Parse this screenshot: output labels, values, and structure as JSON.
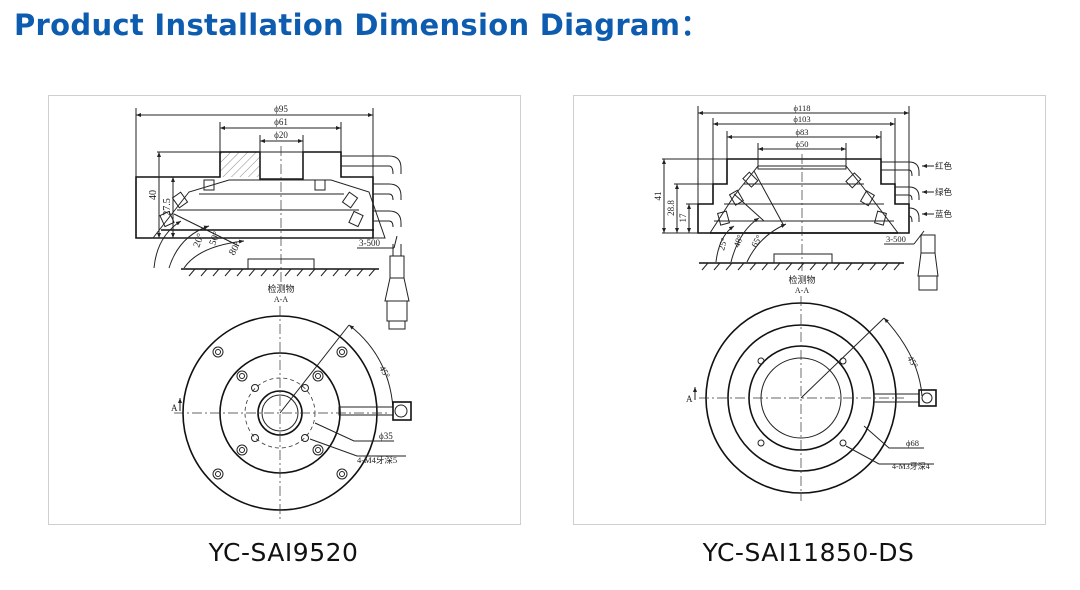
{
  "title": "Product Installation Dimension Diagram：",
  "left": {
    "model": "YC-SAI9520",
    "dims": [
      "ϕ95",
      "ϕ61",
      "ϕ20"
    ],
    "heights": [
      "40",
      "27.5"
    ],
    "angles": [
      "20°",
      "50°",
      "80°"
    ],
    "cable": "3-500",
    "object_label": "检测物",
    "section": "A-A",
    "section_mark": "A",
    "bottom_angle": "45°",
    "bolt_circle": "ϕ35",
    "thread": "4-M4牙深5"
  },
  "right": {
    "model": "YC-SAI11850-DS",
    "dims": [
      "ϕ118",
      "ϕ103",
      "ϕ83",
      "ϕ50"
    ],
    "heights": [
      "41",
      "28.8",
      "17"
    ],
    "angles": [
      "25°",
      "48°",
      "65°"
    ],
    "wires": [
      "红色",
      "绿色",
      "蓝色"
    ],
    "cable": "3-500",
    "object_label": "检测物",
    "section": "A-A",
    "section_mark": "A",
    "bottom_angle": "45°",
    "bolt_circle": "ϕ68",
    "thread": "4-M3牙深4"
  }
}
